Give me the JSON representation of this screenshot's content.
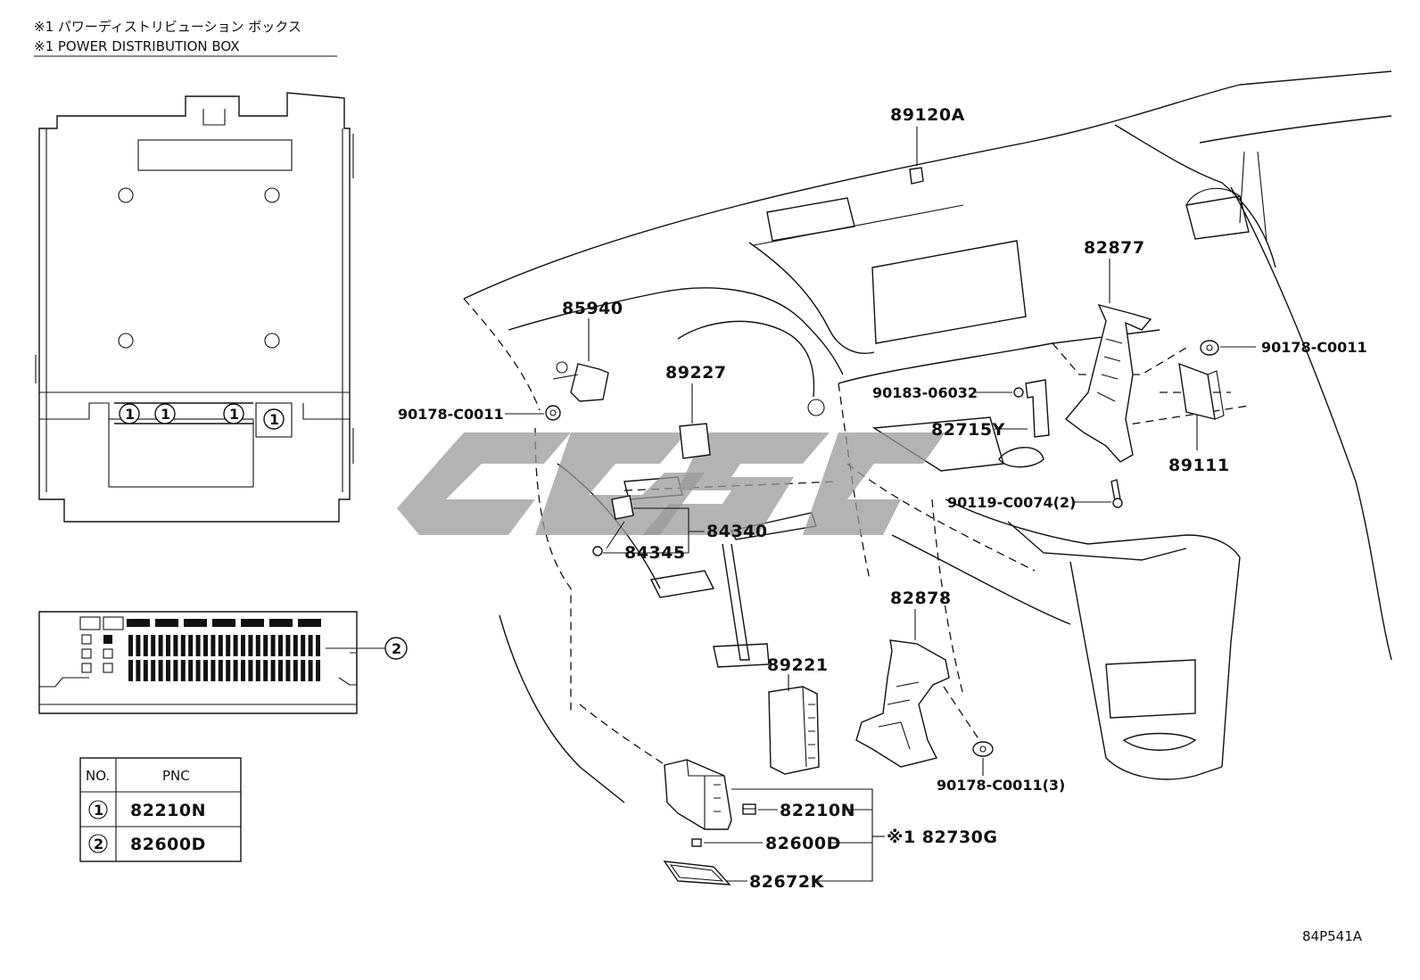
{
  "header": {
    "line_jp": "※1 パワーディストリビューション ボックス",
    "line_en": "※1 POWER DISTRIBUTION BOX"
  },
  "callouts": {
    "c1a": "1",
    "c1b": "1",
    "c1c": "1",
    "c1d": "1",
    "c2": "2"
  },
  "pnc_table": {
    "col_no": "NO.",
    "col_pnc": "PNC",
    "rows": [
      {
        "no": "1",
        "pnc": "82210N"
      },
      {
        "no": "2",
        "pnc": "82600D"
      }
    ]
  },
  "part_labels": {
    "p89120A": "89120A",
    "p82877": "82877",
    "p85940": "85940",
    "p89227": "89227",
    "p90178_right": "90178-C0011",
    "p90178_left": "90178-C0011",
    "p90183": "90183-06032",
    "p82715Y": "82715Y",
    "p89111": "89111",
    "p90119": "90119-C0074(2)",
    "p84340": "84340",
    "p84345": "84345",
    "p82878": "82878",
    "p89221": "89221",
    "p90178_3": "90178-C0011(3)",
    "p82210N": "82210N",
    "p82600D": "82600D",
    "p82730G": "※1 82730G",
    "p82672K": "82672K"
  },
  "diagram_code": "84P541A",
  "icons": [
    "bolt-icon",
    "clip-icon",
    "fuse-icon",
    "relay-icon",
    "watermark-logo"
  ]
}
